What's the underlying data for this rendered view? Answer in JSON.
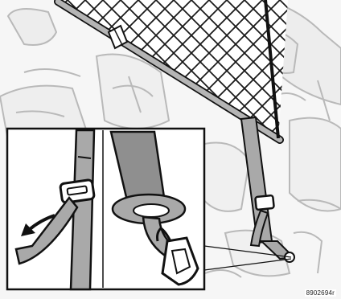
{
  "figure": {
    "id_code": "8902694r",
    "colors": {
      "background_line": "#b9b9b9",
      "background_fill": "#ececec",
      "net_frame": "#b5b5b5",
      "net_grid": "#1a1a1a",
      "strap": "#a9a9a9",
      "strap_dark": "#8f8f8f",
      "outline": "#111111",
      "inset_bg": "#ffffff",
      "arrow": "#111111"
    },
    "icons": [
      "cargo-net",
      "tension-strap",
      "buckle",
      "hook-eyelet",
      "curved-arrow"
    ]
  }
}
